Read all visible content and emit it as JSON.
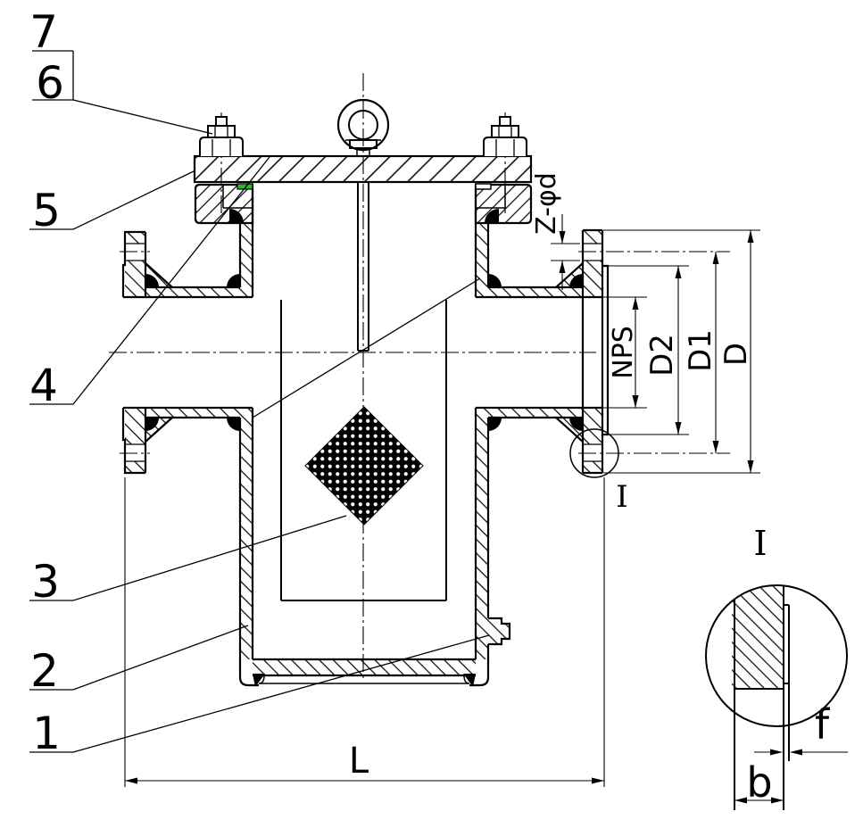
{
  "callouts": {
    "c1": "1",
    "c2": "2",
    "c3": "3",
    "c4": "4",
    "c5": "5",
    "c6": "6",
    "c7": "7"
  },
  "dimensions": {
    "bolt_holes": "Z-φd",
    "nps": "NPS",
    "d2": "D2",
    "d1": "D1",
    "d": "D",
    "length": "L",
    "flange_thickness": "b",
    "raised_face": "f"
  },
  "detail": {
    "marker": "I",
    "title": "I"
  },
  "colors": {
    "line": "#000000",
    "background": "#ffffff",
    "gasket_highlight": "#2eb82e"
  }
}
